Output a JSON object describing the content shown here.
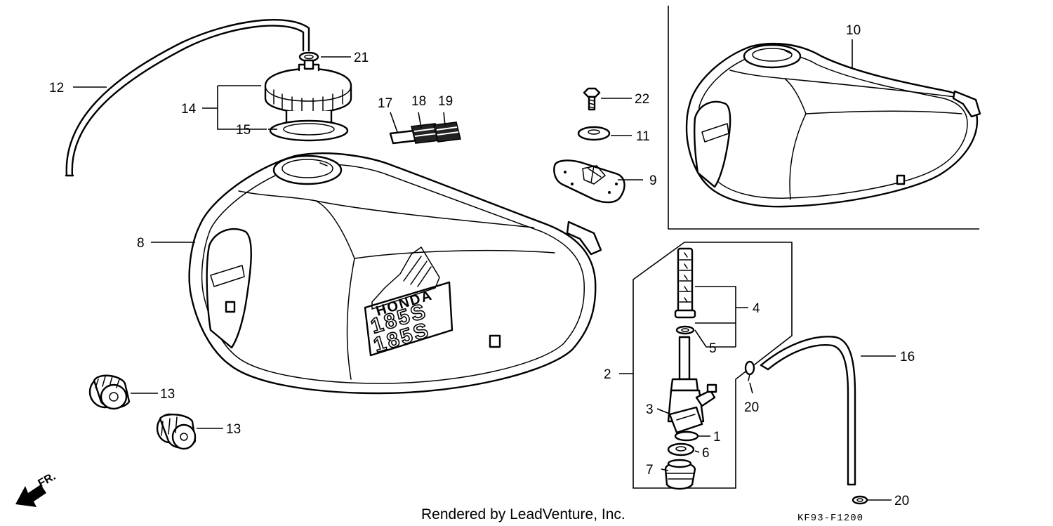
{
  "callouts": {
    "c1": "1",
    "c2": "2",
    "c3": "3",
    "c4": "4",
    "c5": "5",
    "c6": "6",
    "c7": "7",
    "c8": "8",
    "c9": "9",
    "c10": "10",
    "c11": "11",
    "c12": "12",
    "c13a": "13",
    "c13b": "13",
    "c14": "14",
    "c15": "15",
    "c16": "16",
    "c17": "17",
    "c18": "18",
    "c19": "19",
    "c20a": "20",
    "c20b": "20",
    "c21": "21",
    "c22": "22"
  },
  "tank_emblem": {
    "brand": "HONDA",
    "model_upper": "185S",
    "model_lower": "185S"
  },
  "front_indicator": "FR.",
  "footer": {
    "rendered_by": "Rendered by LeadVenture, Inc.",
    "diagram_code": "KF93-F1200"
  }
}
